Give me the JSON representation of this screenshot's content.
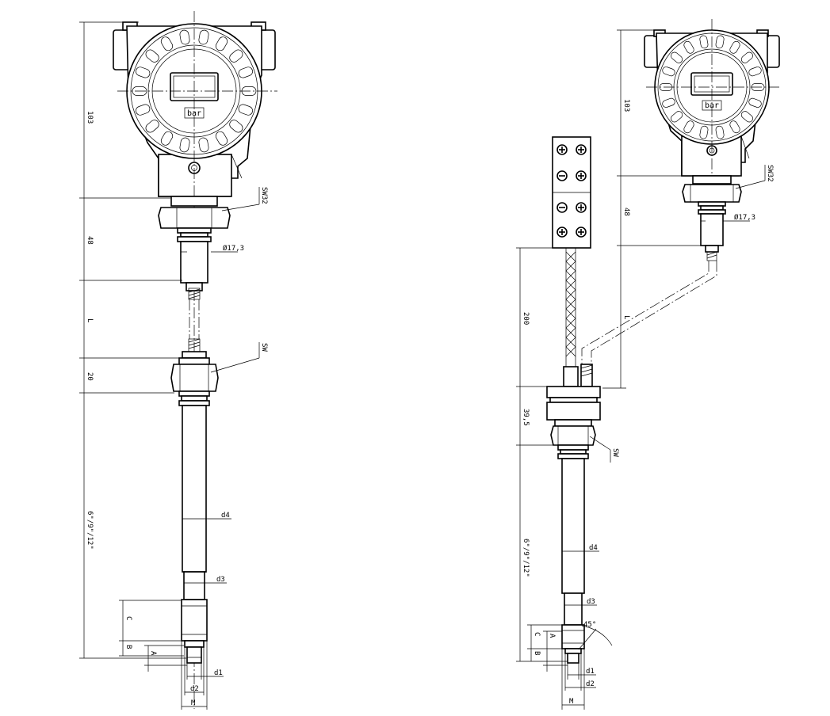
{
  "palette": {
    "ink": "#000000",
    "paper": "#ffffff"
  },
  "left_view": {
    "display_unit": "bar",
    "dimensions": {
      "head_height": "103",
      "neck_height": "48",
      "capillary_length": "L",
      "nut_height": "20",
      "probe_length": "6\"/9\"/12\"",
      "thread_c": "C",
      "thread_b": "B",
      "thread_a": "A"
    },
    "callouts": {
      "wrench_upper": "SW32",
      "neck_diameter": "Ø17,3",
      "wrench_lower": "SW",
      "d4": "d4",
      "d3": "d3",
      "d1": "d1",
      "d2": "d2",
      "m": "M"
    }
  },
  "right_view": {
    "display_unit": "bar",
    "dimensions": {
      "head_height": "103",
      "neck_height": "48",
      "capillary_length": "L",
      "cable_length": "200",
      "adapter_height": "39,5",
      "probe_length": "6\"/9\"/12\"",
      "thread_c": "C",
      "thread_b": "B",
      "thread_a": "A"
    },
    "callouts": {
      "wrench_upper": "SW32",
      "neck_diameter": "Ø17,3",
      "wrench_lower": "SW",
      "angle": "45°",
      "d4": "d4",
      "d3": "d3",
      "d1": "d1",
      "d2": "d2",
      "m": "M"
    }
  }
}
